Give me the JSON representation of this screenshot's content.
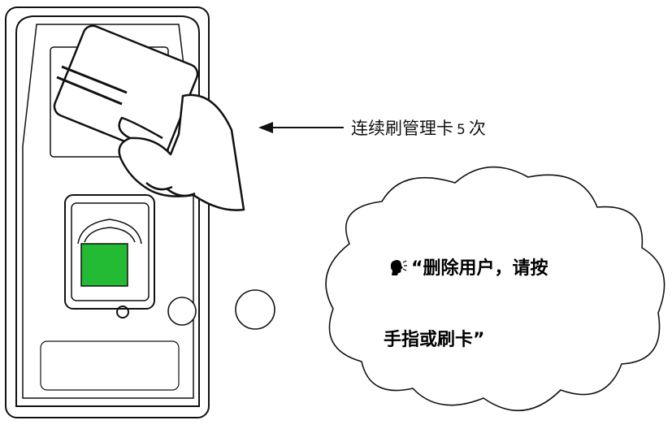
{
  "annotation": {
    "text_before": "连续刷管理卡",
    "count": "5",
    "text_after": "次"
  },
  "speech": {
    "icon": "speaking-head-icon",
    "line1": "“删除用户，请按",
    "line2": "手指或刷卡”"
  },
  "colors": {
    "sensor": "#22bb33",
    "outline": "#111111"
  }
}
